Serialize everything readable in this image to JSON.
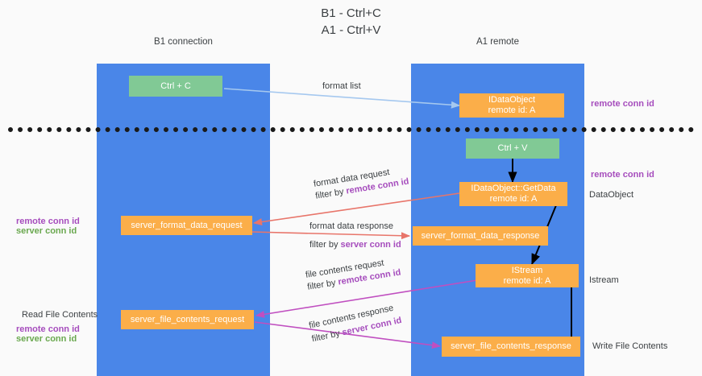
{
  "title": "B1 - Ctrl+C\nA1 - Ctrl+V",
  "lanes": [
    {
      "name": "B1",
      "role": "connection",
      "header": "B1\nconnection"
    },
    {
      "name": "A1",
      "role": "remote",
      "header": "A1\nremote"
    }
  ],
  "boxes": {
    "ctrl_c": "Ctrl + C",
    "ctrl_v": "Ctrl + V",
    "idataobject": "IDataObject\nremote id: A",
    "idataobject_getdata": "IDataObject::GetData\nremote id: A",
    "istream": "IStream\nremote id: A",
    "server_format_data_request": "server_format_data_request",
    "server_format_data_response": "server_format_data_response",
    "server_file_contents_request": "server_file_contents_request",
    "server_file_contents_response": "server_file_contents_response"
  },
  "edge_labels": {
    "format_list": "format list",
    "format_data_request_line1": "format data request",
    "format_data_request_filter_prefix": "filter by ",
    "format_data_request_filter_key": "remote conn id",
    "format_data_response_line1": "format data response",
    "format_data_response_filter_prefix": "filter by ",
    "format_data_response_filter_key": "server conn id",
    "file_contents_request_line1": "file contents request",
    "file_contents_request_filter_prefix": "filter by ",
    "file_contents_request_filter_key": "remote conn id",
    "file_contents_response_line1": "file contents response",
    "file_contents_response_filter_prefix": "filter by ",
    "file_contents_response_filter_key": "server conn id"
  },
  "side_labels": {
    "right_remote_conn_id_top": "remote conn id",
    "right_remote_conn_id_mid": "remote conn id",
    "right_dataobject": "DataObject",
    "right_istream": "Istream",
    "right_write_file_contents": "Write File Contents",
    "left_conn_ids_mid_remote": "remote conn id",
    "left_conn_ids_mid_server": "server conn id",
    "left_read_file_contents": "Read File Contents",
    "left_conn_ids_bottom_remote": "remote conn id",
    "left_conn_ids_bottom_server": "server conn id"
  },
  "colors": {
    "lane": "#4a86e8",
    "box_green": "#81c995",
    "box_orange": "#fbae49",
    "arrow_light_blue": "#a5c8ef",
    "arrow_red": "#e8756a",
    "arrow_magenta": "#c04fc0",
    "arrow_black": "#000000",
    "key_remote": "#a64dbd",
    "key_server": "#6aa84f",
    "divider": "#1a1a1a",
    "background": "#fafafa"
  }
}
